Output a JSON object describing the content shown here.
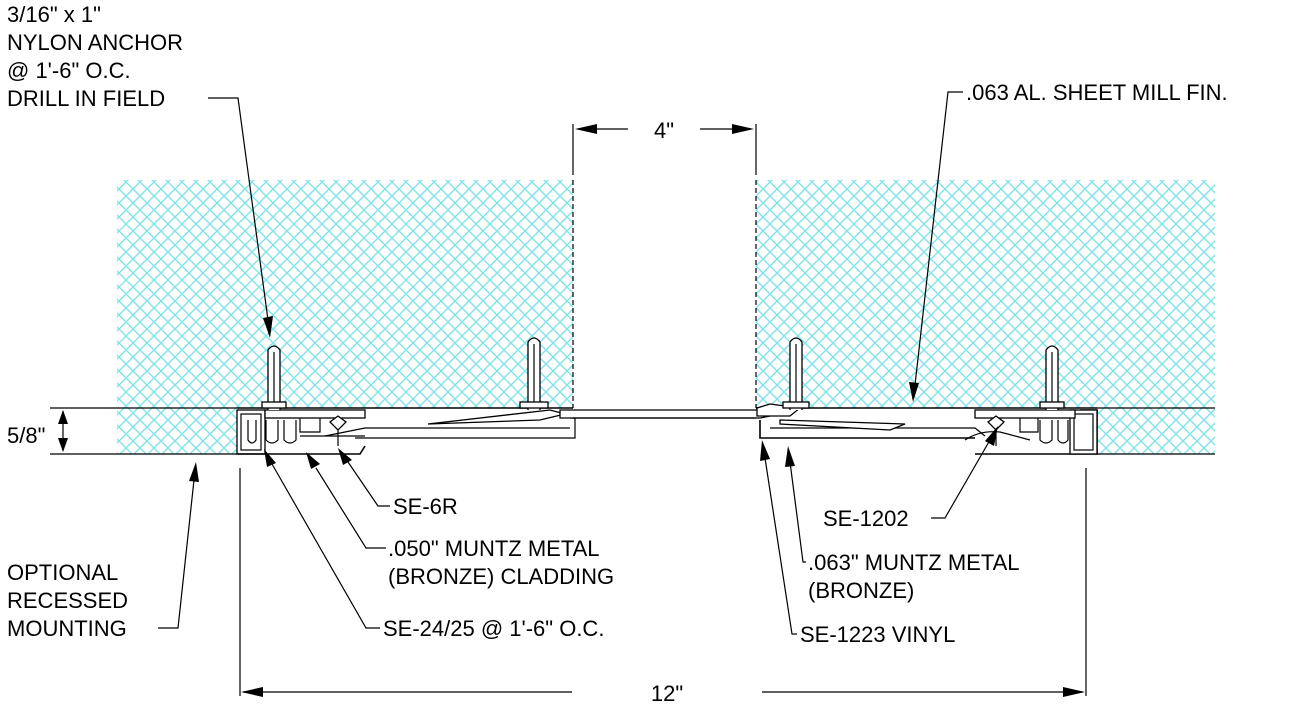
{
  "colors": {
    "insulation_hatch": "#7fe3ea",
    "line": "#000000",
    "background": "#ffffff"
  },
  "dimensions": {
    "gap": "4\"",
    "depth": "5/8\"",
    "overall": "12\""
  },
  "callouts": {
    "anchor": [
      "3/16\" x 1\"",
      "NYLON ANCHOR",
      "@ 1'-6\" O.C.",
      "DRILL IN FIELD"
    ],
    "al_sheet": ".063 AL. SHEET MILL FIN.",
    "se6r": "SE-6R",
    "cladding_050": [
      ".050\" MUNTZ METAL",
      "(BRONZE) CLADDING"
    ],
    "se2425": "SE-24/25 @ 1'-6\" O.C.",
    "optional": [
      "OPTIONAL",
      "RECESSED",
      "MOUNTING"
    ],
    "se1202": "SE-1202",
    "muntz_063": [
      ".063\" MUNTZ METAL",
      "(BRONZE)"
    ],
    "se1223": "SE-1223 VINYL"
  }
}
